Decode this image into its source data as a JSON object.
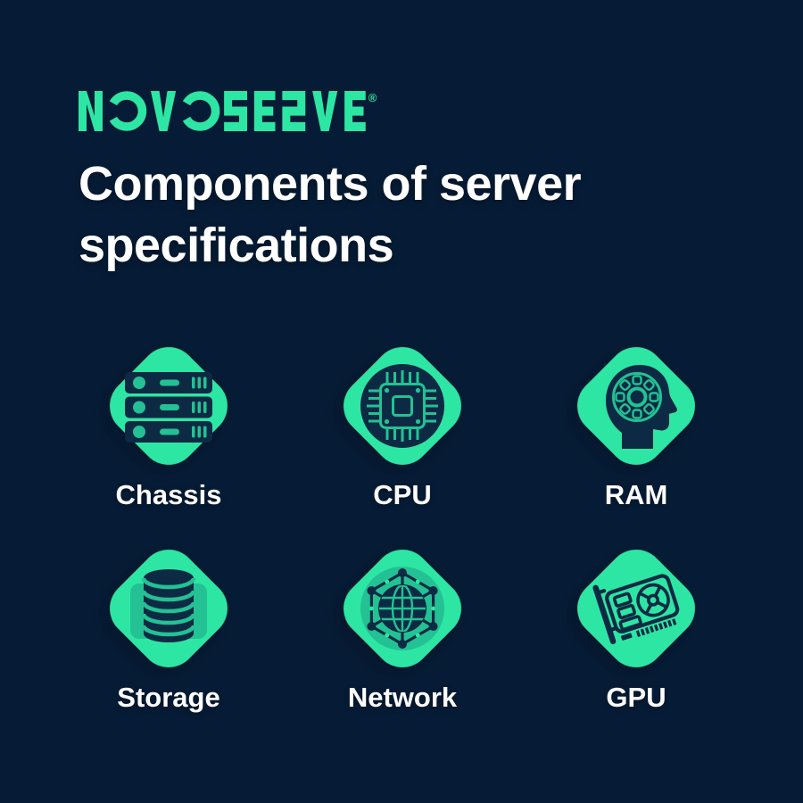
{
  "colors": {
    "background": "#061c36",
    "accent_green": "#2ee6a4",
    "muted_teal": "#23c193",
    "icon_navy": "#0d2a44",
    "text_white": "#ffffff"
  },
  "header": {
    "logo_text": "NOVOSERVE",
    "registered_mark": "®",
    "title_line1": "Components of server",
    "title_line2": "specifications"
  },
  "grid": {
    "items": [
      {
        "label": "Chassis",
        "icon": "chassis-icon"
      },
      {
        "label": "CPU",
        "icon": "cpu-icon"
      },
      {
        "label": "RAM",
        "icon": "ram-icon"
      },
      {
        "label": "Storage",
        "icon": "storage-icon"
      },
      {
        "label": "Network",
        "icon": "network-icon"
      },
      {
        "label": "GPU",
        "icon": "gpu-icon"
      }
    ]
  }
}
